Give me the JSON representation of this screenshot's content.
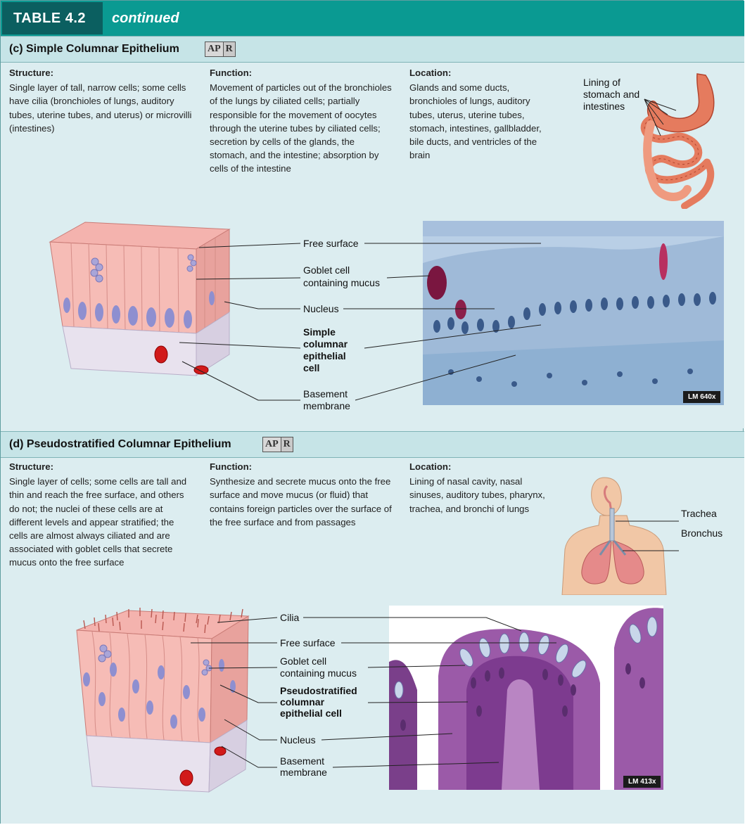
{
  "header": {
    "table_label": "TABLE 4.2",
    "continued": "continued"
  },
  "apr_badge": {
    "left": "AP",
    "right": "R"
  },
  "section_c": {
    "title": "(c) Simple Columnar Epithelium",
    "structure": {
      "heading": "Structure:",
      "text": "Single layer of tall, narrow cells; some cells have cilia (bronchioles of lungs, auditory tubes, uterine tubes, and uterus) or microvilli (intestines)"
    },
    "function": {
      "heading": "Function:",
      "text": "Movement of particles out of the bronchioles of the lungs by ciliated cells; partially responsible for the movement of oocytes through the uterine tubes by ciliated cells; secretion by cells of the glands, the stomach, and the intestine; absorption by cells of the intestine"
    },
    "location": {
      "heading": "Location:",
      "text": "Glands and some ducts, bronchioles of lungs, auditory tubes, uterus, uterine tubes, stomach, intestines, gallbladder, bile ducts, and ventricles of the brain"
    },
    "organ_label": "Lining of stomach and intestines",
    "labels": {
      "free_surface": "Free surface",
      "goblet_1": "Goblet cell",
      "goblet_2": "containing mucus",
      "nucleus": "Nucleus",
      "cell_1": "Simple",
      "cell_2": "columnar",
      "cell_3": "epithelial",
      "cell_4": "cell",
      "basement_1": "Basement",
      "basement_2": "membrane"
    },
    "magnification": "LM 640x"
  },
  "section_d": {
    "title": "(d) Pseudostratified Columnar Epithelium",
    "structure": {
      "heading": "Structure:",
      "text": "Single layer of cells; some cells are tall and thin and reach the free surface, and others do not; the nuclei of these cells are at different levels and appear stratified; the cells are almost always ciliated and are associated with goblet cells that secrete mucus onto the free surface"
    },
    "function": {
      "heading": "Function:",
      "text": "Synthesize and secrete mucus onto the free surface and move mucus (or fluid) that contains foreign particles over the surface of the free surface and from passages"
    },
    "location": {
      "heading": "Location:",
      "text": "Lining of nasal cavity, nasal sinuses, auditory tubes, pharynx, trachea, and bronchi of lungs"
    },
    "organ_labels": {
      "trachea": "Trachea",
      "bronchus": "Bronchus"
    },
    "labels": {
      "cilia": "Cilia",
      "free_surface": "Free surface",
      "goblet_1": "Goblet cell",
      "goblet_2": "containing mucus",
      "cell_1": "Pseudostratified",
      "cell_2": "columnar",
      "cell_3": "epithelial cell",
      "nucleus": "Nucleus",
      "basement_1": "Basement",
      "basement_2": "membrane"
    },
    "magnification": "LM 413x"
  }
}
